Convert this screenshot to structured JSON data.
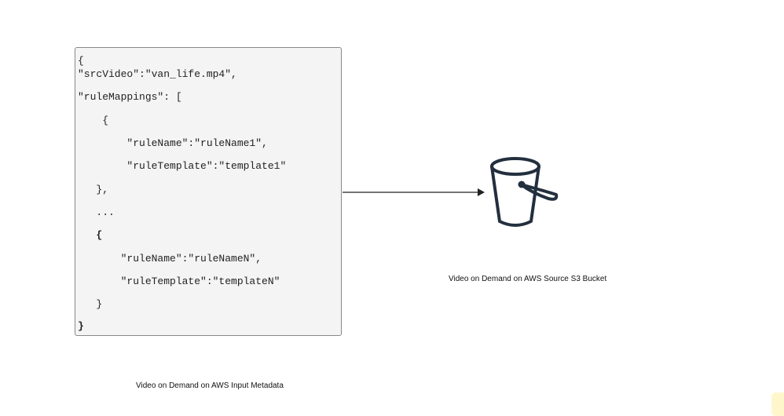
{
  "metadata_box": {
    "lines": [
      "{",
      "\"srcVideo\":\"van_life.mp4\",",
      "\"ruleMappings\": [",
      "    {",
      "        \"ruleName\":\"ruleName1\",",
      "        \"ruleTemplate\":\"template1\"",
      "   },",
      "   ...",
      "   {",
      "       \"ruleName\":\"ruleNameN\",",
      "       \"ruleTemplate\":\"templateN\"",
      "   }",
      "}"
    ],
    "caption": "Video on Demand on AWS Input Metadata"
  },
  "bucket": {
    "caption": "Video on Demand on AWS Source S3 Bucket",
    "icon": "s3-bucket-icon"
  },
  "connector": {
    "icon": "arrow-right-icon"
  },
  "colors": {
    "box_fill": "#f4f4f4",
    "box_border": "#888888",
    "icon_stroke": "#232f3e"
  }
}
